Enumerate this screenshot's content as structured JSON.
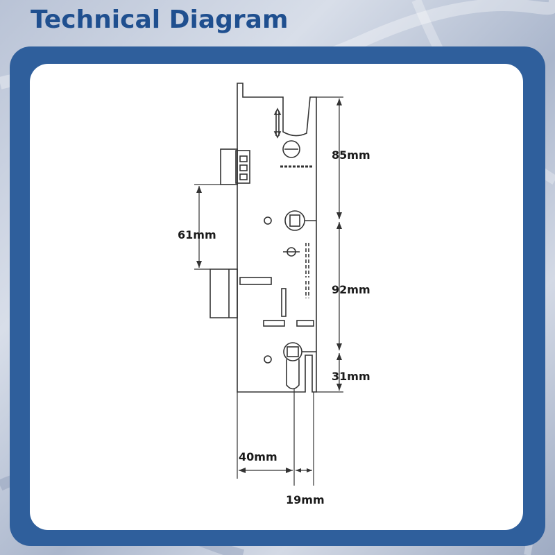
{
  "header": {
    "title": "Technical Diagram"
  },
  "dimensions": {
    "top_to_spindle": "85mm",
    "hook_to_latch": "61mm",
    "spindle_to_cylinder": "92mm",
    "cylinder_to_bottom": "31mm",
    "backset": "40mm",
    "faceplate_width": "19mm"
  },
  "colors": {
    "title": "#1f4f8f",
    "frame": "#2f5f9c",
    "panel": "#ffffff",
    "drawing": "#333333"
  }
}
